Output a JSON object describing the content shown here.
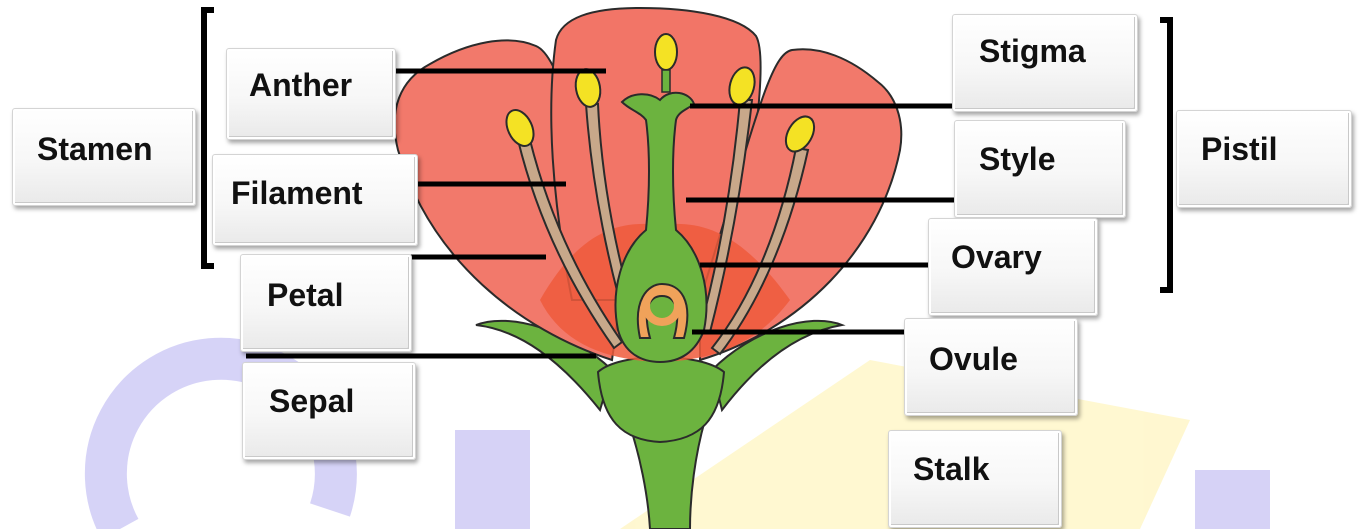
{
  "labels": {
    "stamen": "Stamen",
    "anther": "Anther",
    "filament": "Filament",
    "petal": "Petal",
    "sepal": "Sepal",
    "stigma": "Stigma",
    "style": "Style",
    "ovary": "Ovary",
    "ovule": "Ovule",
    "stalk": "Stalk",
    "pistil": "Pistil"
  },
  "colors": {
    "petal": "#f2796b",
    "petal_shade": "#ef5a3c",
    "petal_outline": "#2b2b2b",
    "green": "#6cb33f",
    "green_dark": "#4e8f2a",
    "anther": "#f4e224",
    "ovule": "#f0a25a",
    "leader_line": "#000000",
    "watermark_blue": "#c9c5f4",
    "watermark_yellow": "#fff5c4"
  }
}
